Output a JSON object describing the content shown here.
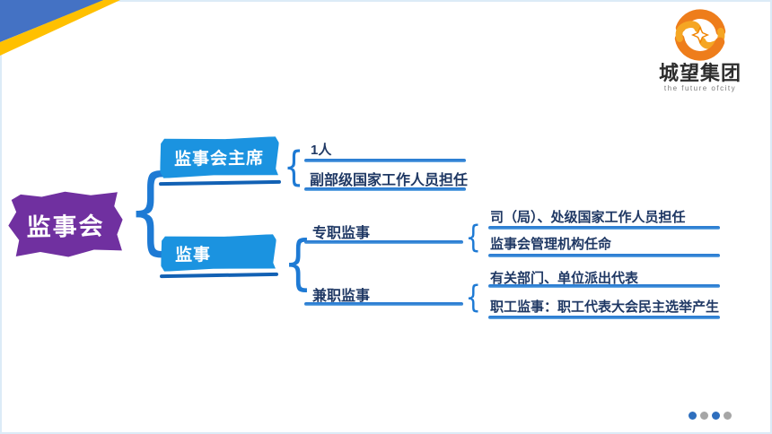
{
  "logo": {
    "company": "城望集团",
    "tagline": "the  future  ofcity"
  },
  "glyphs": {
    "brace": "{"
  },
  "diagram": {
    "root": "监事会",
    "chairman": {
      "label": "监事会主席",
      "items": [
        "1人",
        "副部级国家工作人员担任"
      ]
    },
    "supervisors": {
      "label": "监事",
      "groups": [
        {
          "label": "专职监事",
          "items": [
            "司（局）、处级国家工作人员担任",
            "监事会管理机构任命"
          ]
        },
        {
          "label": "兼职监事",
          "items": [
            "有关部门、单位派出代表",
            "职工监事：职工代表大会民主选举产生"
          ]
        }
      ]
    }
  },
  "colors": {
    "corner_blue": "#4472c4",
    "corner_gold": "#ffc000",
    "node_blue": "#1b93e0",
    "node_underbar_blue": "#1261b4",
    "root_purple": "#7030a0",
    "underline_blue": "#2d7fd3",
    "text_navy": "#1f3864",
    "brace_blue": "#1e7ad4",
    "logo_orange": "#ee7d1b"
  },
  "pagination": {
    "dots": [
      {
        "color": "#2e6fbe"
      },
      {
        "color": "#a6a6a6"
      },
      {
        "color": "#2e6fbe"
      },
      {
        "color": "#a6a6a6"
      }
    ]
  }
}
